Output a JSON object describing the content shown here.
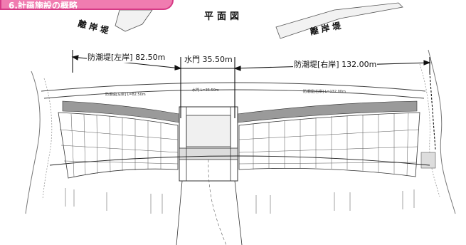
{
  "banner": {
    "text": "6.計画施設の概略"
  },
  "drawing": {
    "title": "平面図",
    "breakwater_left": "離岸堤",
    "breakwater_right": "離岸堤",
    "dimensions": {
      "left_seawall": "防潮堤[左岸] 82.50m",
      "sluice_gate": "水門 35.50m",
      "right_seawall": "防潮堤[右岸] 132.00m"
    },
    "small_labels": {
      "left_wall_strip": "防潮堤[左岸] L=82.50m",
      "gate_strip": "水門 L=35.50m",
      "right_wall_strip": "防潮堤[右岸] L=132.00m"
    }
  },
  "colors": {
    "banner_fill": "#f07cb0",
    "banner_border": "#d63a86",
    "line": "#333333"
  }
}
